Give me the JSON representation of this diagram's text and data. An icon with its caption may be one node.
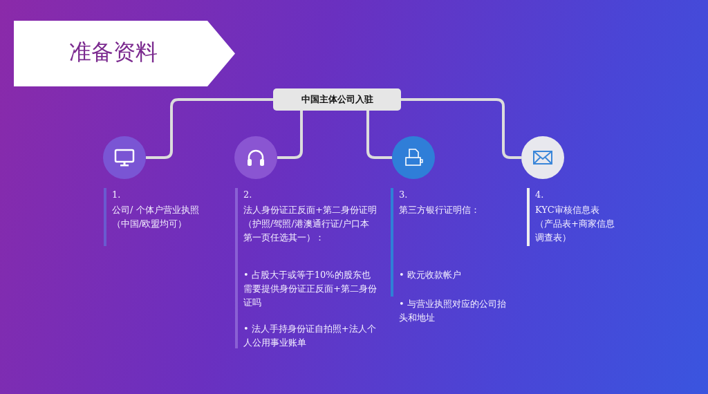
{
  "diagram": {
    "nodes": [
      {
        "text": [
          "准备资料"
        ]
      },
      {
        "text": [
          "中国主体公司入驻"
        ]
      },
      {
        "text": [],
        "shape": "circle"
      },
      {
        "text": [],
        "shape": "circle"
      },
      {
        "text": [],
        "shape": "circle"
      },
      {
        "text": [],
        "shape": "circle"
      }
    ],
    "edges": [
      {
        "from": 1,
        "to": 2,
        "arrow": "none"
      },
      {
        "from": 1,
        "to": 3,
        "arrow": "none"
      },
      {
        "from": 1,
        "to": 4,
        "arrow": "none"
      },
      {
        "from": 1,
        "to": 5,
        "arrow": "none"
      }
    ],
    "labels": [
      "1.",
      "公司/ 个体户营业执照（中国/欧盟均可）",
      "2.",
      "法人身份证正反面+第二身份证明（护照/驾照/港澳通行证/户口本第一页任选其一）：",
      "• 占股大于或等于10%的股东也需要提供身份证正反面+第二身份证吗",
      "• 法人手持身份证自拍照+法人个人公用事业账单",
      "3.",
      "第三方银行证明信：",
      "• 欧元收款帐户",
      "• 与营业执照对应的公司抬头和地址",
      "4.",
      "KYC审核信息表（产品表+商家信息调查表）"
    ]
  }
}
